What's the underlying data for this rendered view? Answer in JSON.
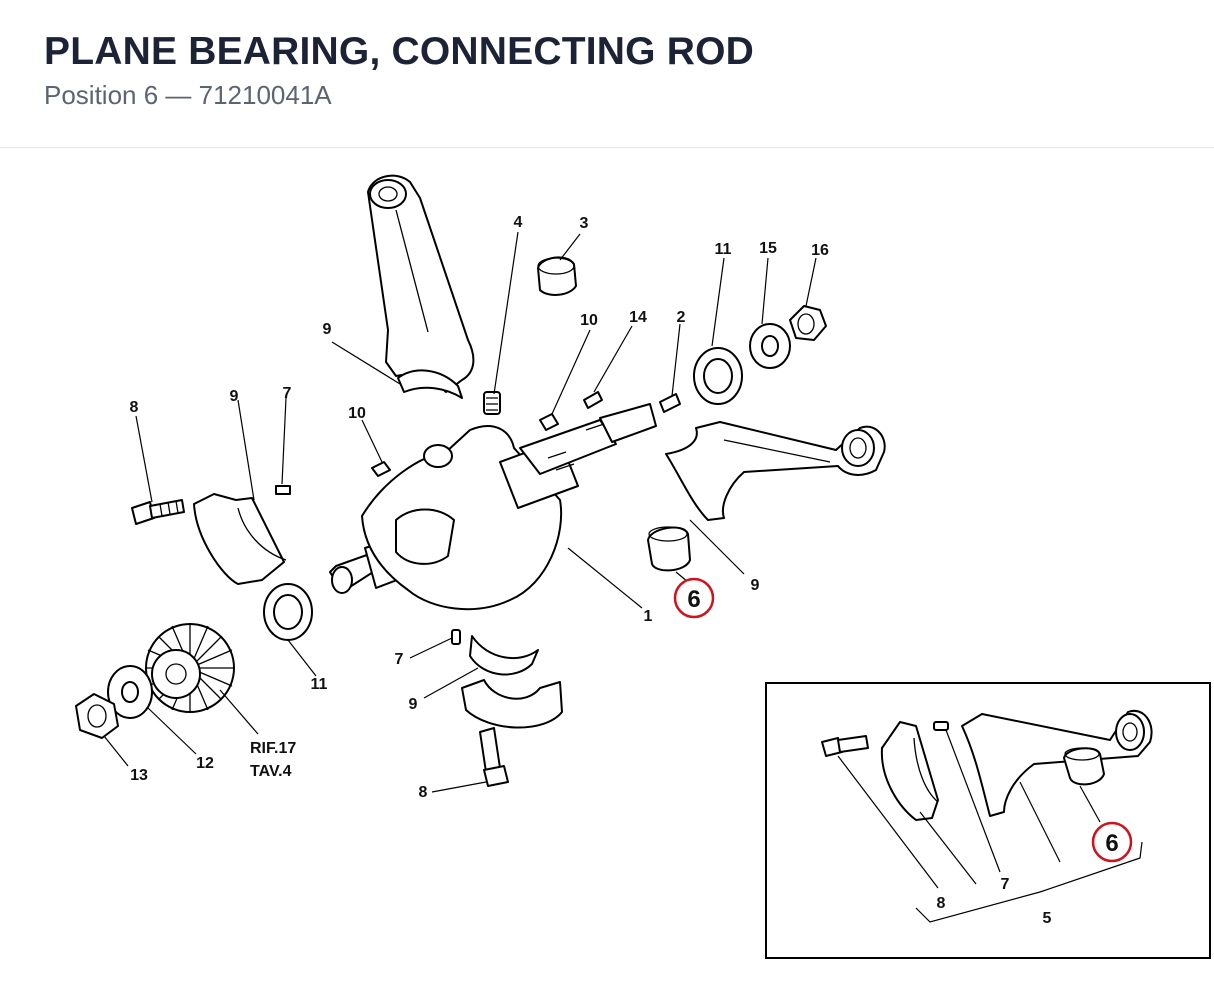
{
  "header": {
    "title": "PLANE BEARING, CONNECTING ROD",
    "subtitle": "Position 6 — 71210041A"
  },
  "colors": {
    "title": "#1c2336",
    "subtitle": "#5b6472",
    "highlight": "#d0121b",
    "line": "#000000"
  },
  "callouts": {
    "c1": "1",
    "c2": "2",
    "c3": "3",
    "c4": "4",
    "c6_main": "6",
    "c7_upper": "7",
    "c7_lower": "7",
    "c8_left": "8",
    "c8_lower": "8",
    "c9_top": "9",
    "c9_left": "9",
    "c9_right": "9",
    "c9_lower": "9",
    "c10_upper": "10",
    "c10_left": "10",
    "c11_top": "11",
    "c11_lower": "11",
    "c12": "12",
    "c13": "13",
    "c14": "14",
    "c15": "15",
    "c16": "16",
    "ref_line1": "RIF.17",
    "ref_line2": "TAV.4"
  },
  "inset": {
    "c6": "6",
    "c7": "7",
    "c8": "8",
    "c5": "5"
  }
}
